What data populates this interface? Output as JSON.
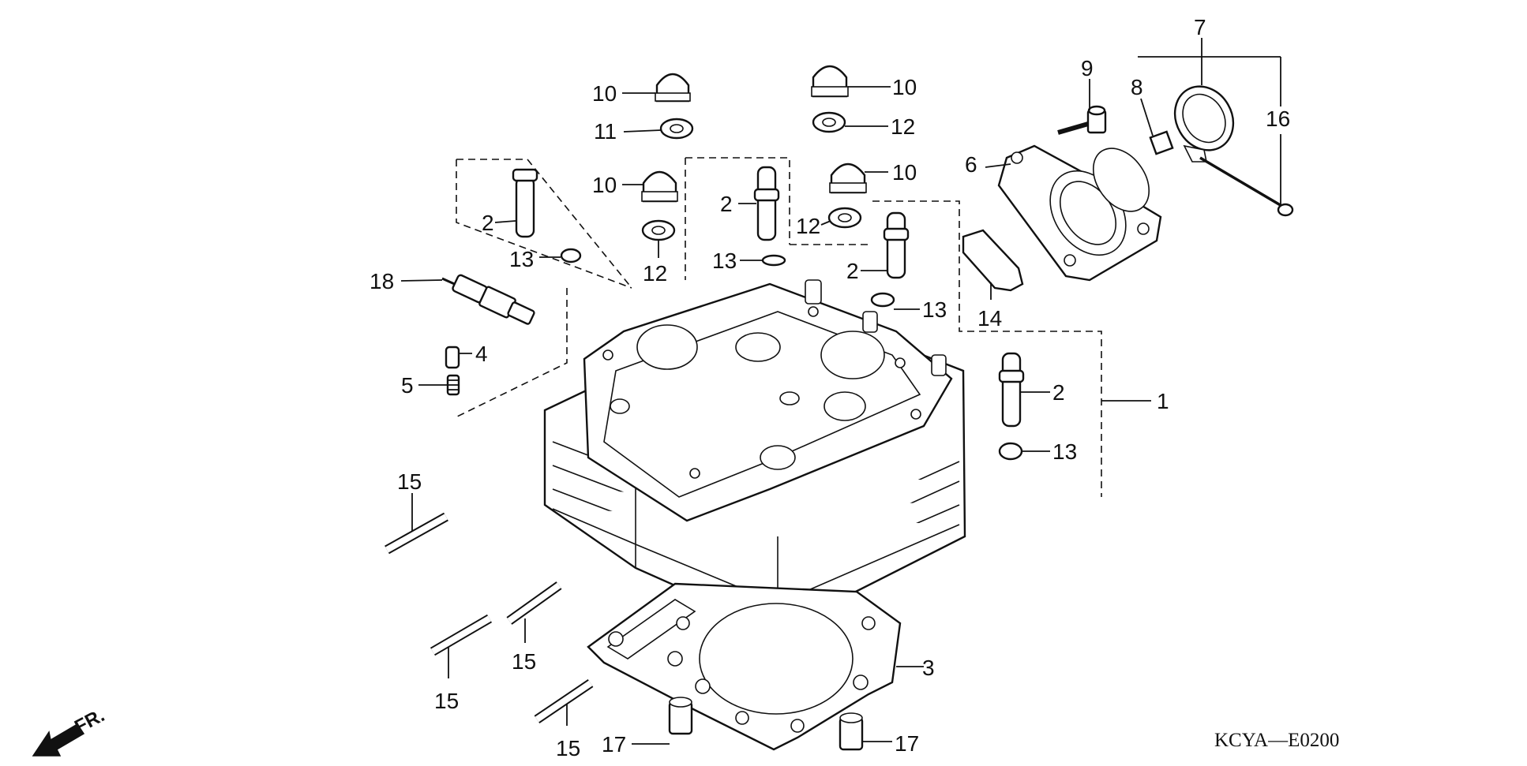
{
  "diagram_code": "KCYA—E0200",
  "front_marker": "FR.",
  "callouts": {
    "c1": "1",
    "c2a": "2",
    "c2b": "2",
    "c2c": "2",
    "c2d": "2",
    "c3": "3",
    "c4": "4",
    "c5": "5",
    "c6": "6",
    "c7": "7",
    "c8": "8",
    "c9": "9",
    "c10a": "10",
    "c10b": "10",
    "c10c": "10",
    "c10d": "10",
    "c11": "11",
    "c12a": "12",
    "c12b": "12",
    "c12c": "12",
    "c13a": "13",
    "c13b": "13",
    "c13c": "13",
    "c13d": "13",
    "c14": "14",
    "c15a": "15",
    "c15b": "15",
    "c15c": "15",
    "c15d": "15",
    "c16": "16",
    "c17a": "17",
    "c17b": "17",
    "c18": "18"
  }
}
